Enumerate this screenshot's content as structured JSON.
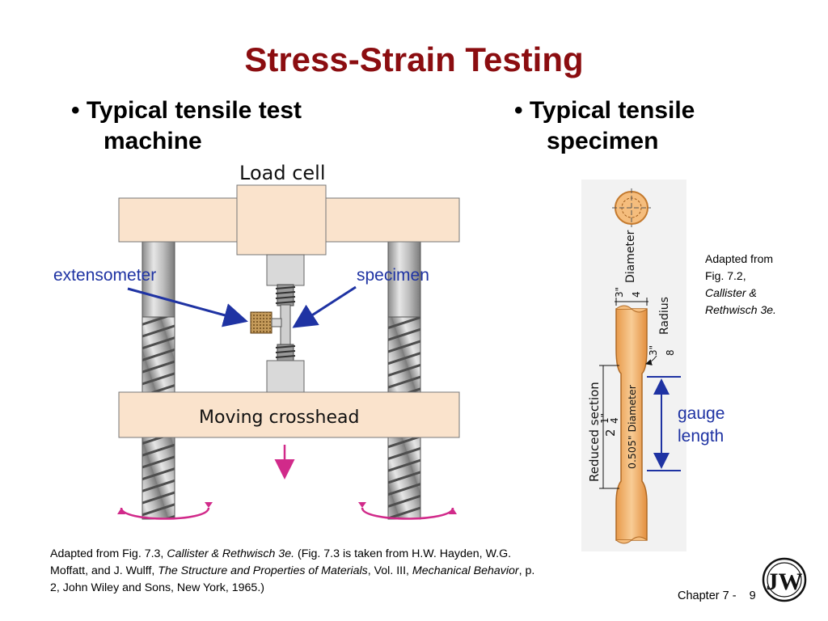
{
  "slide": {
    "title": "Stress-Strain Testing",
    "bullet_left": {
      "line1": "• Typical tensile test",
      "line2": "machine"
    },
    "bullet_right": {
      "line1": "• Typical tensile",
      "line2": "specimen"
    }
  },
  "machine_figure": {
    "load_cell_label": "Load cell",
    "crosshead_label": "Moving crosshead",
    "extensometer_label": "extensometer",
    "specimen_label": "specimen"
  },
  "specimen_figure": {
    "diameter_top_label": "Diameter",
    "diameter_top_value": "3\"",
    "diameter_top_den": "4",
    "radius_label": "Radius",
    "radius_value": "3\"",
    "radius_den": "8",
    "reduced_section_label": "Reduced section",
    "reduced_value": "2",
    "reduced_num": "1\"",
    "reduced_den": "4",
    "inner_diameter_label": "0.505\" Diameter",
    "gauge_line1": "gauge",
    "gauge_line2": "length"
  },
  "adapted_right": {
    "line1": "Adapted from",
    "line2": "Fig. 7.2,",
    "line3": "Callister &",
    "line4": "Rethwisch 3e."
  },
  "caption": {
    "p1": "Adapted from Fig. 7.3, ",
    "i1": "Callister & Rethwisch 3e.",
    "p2": " (Fig. 7.3 is taken from H.W. Hayden, W.G. Moffatt, and J. Wulff, ",
    "i2": "The Structure and Properties of Materials",
    "p3": ", Vol. III, ",
    "i3": "Mechanical Behavior",
    "p4": ", p. 2, John Wiley and Sons, New York, 1965.)"
  },
  "footer": {
    "chapter": "Chapter 7 -",
    "page": "9",
    "logo_letters": "JW"
  },
  "colors": {
    "title": "#8b0d10",
    "frame_fill": "#fae3cc",
    "specimen_fill": "#f5bd7d",
    "arrow_blue": "#1f33a3",
    "motion_magenta": "#d12a8a"
  }
}
